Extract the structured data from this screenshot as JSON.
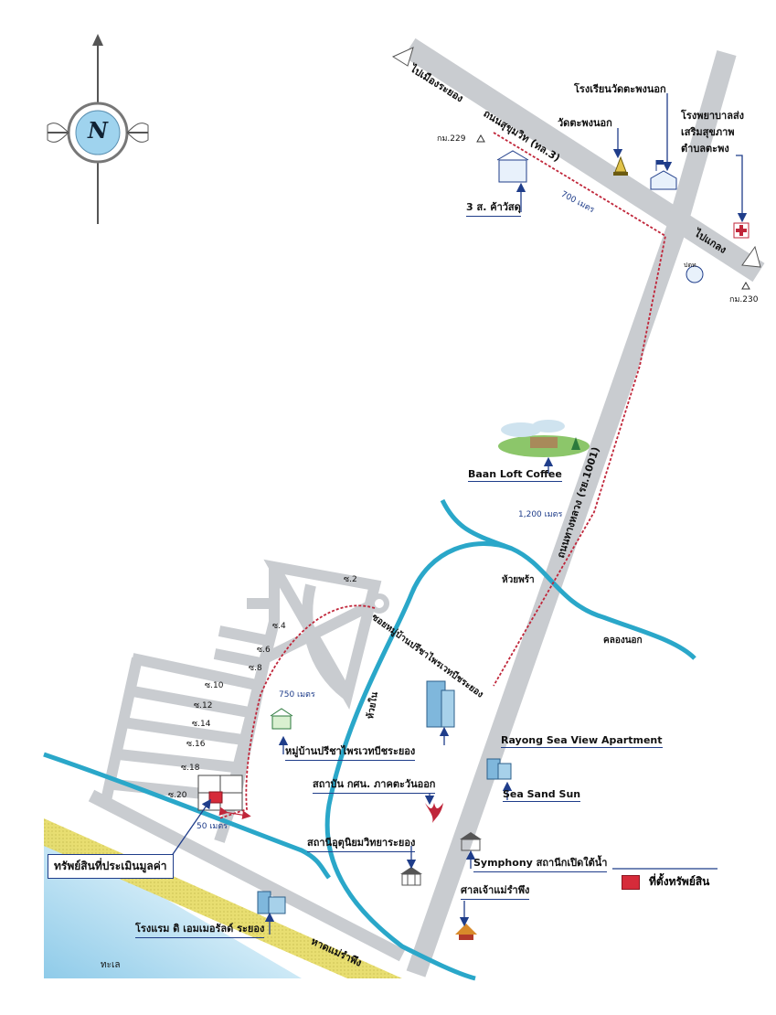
{
  "map": {
    "compass": {
      "letter": "N",
      "icon": "compass-rose-icon"
    },
    "roads": {
      "sukhumvit": "ถนนสุขุมวิท (ทล.3)",
      "to_mueang_rayong": "ไปเมืองระยอง",
      "to_klaeng": "ไปแกลง",
      "main_road": "ถนนทางหลวง (รย.1001)",
      "soi_village": "ซอยหมู่บ้านปรีชาไพรเวทบีชระยอง"
    },
    "kilometer_markers": [
      "กม.229",
      "กม.230"
    ],
    "distances": [
      "700 เมตร",
      "1,200 เมตร",
      "750 เมตร",
      "50 เมตร"
    ],
    "sois": [
      "ซ.2",
      "ซ.4",
      "ซ.6",
      "ซ.8",
      "ซ.10",
      "ซ.12",
      "ซ.14",
      "ซ.16",
      "ซ.18",
      "ซ.20"
    ],
    "waterways": [
      "ห้วยพร้า",
      "คลองนอก",
      "ห้วยใน"
    ],
    "landmarks": {
      "school": "โรงเรียนวัดตะพงนอก",
      "temple": "วัดตะพงนอก",
      "hospital": "โรงพยาบาลส่งเสริมสุขภาพตำบลตะพง",
      "shop": "3 ส. ค้าวัสดุ",
      "ptt": "ปตท.",
      "coffee": "Baan Loft Coffee",
      "apartment": "Rayong Sea View Apartment",
      "seasandsun": "Sea Sand Sun",
      "village": "หมู่บ้านปรีชาไพรเวทบีชระยอง",
      "agri_school": "สถาบัน กศน. ภาคตะวันออก",
      "science_school": "สถานีอุตุนิยมวิทยาระยอง",
      "symphony": "Symphony สถานีกเปิดใต้น้ำ",
      "shrine": "ศาลเจ้าแม่รำพึง",
      "hotel": "โรงแรม ดิ เอมเมอรัลด์ ระยอง",
      "beach": "หาดแม่รำพึง",
      "sea": "ทะเล"
    },
    "property_label": "ทรัพย์สินที่ประเมินมูลค่า",
    "legend": {
      "label": "ที่ตั้งทรัพย์สิน",
      "color": "#d62b3a"
    },
    "colors": {
      "road": "#c9ccd0",
      "river": "#2aa7c9",
      "route": "#c0263a",
      "beach": "#e8df72",
      "sea": "#a9d8ef",
      "label_line": "#1f3d8a"
    }
  }
}
